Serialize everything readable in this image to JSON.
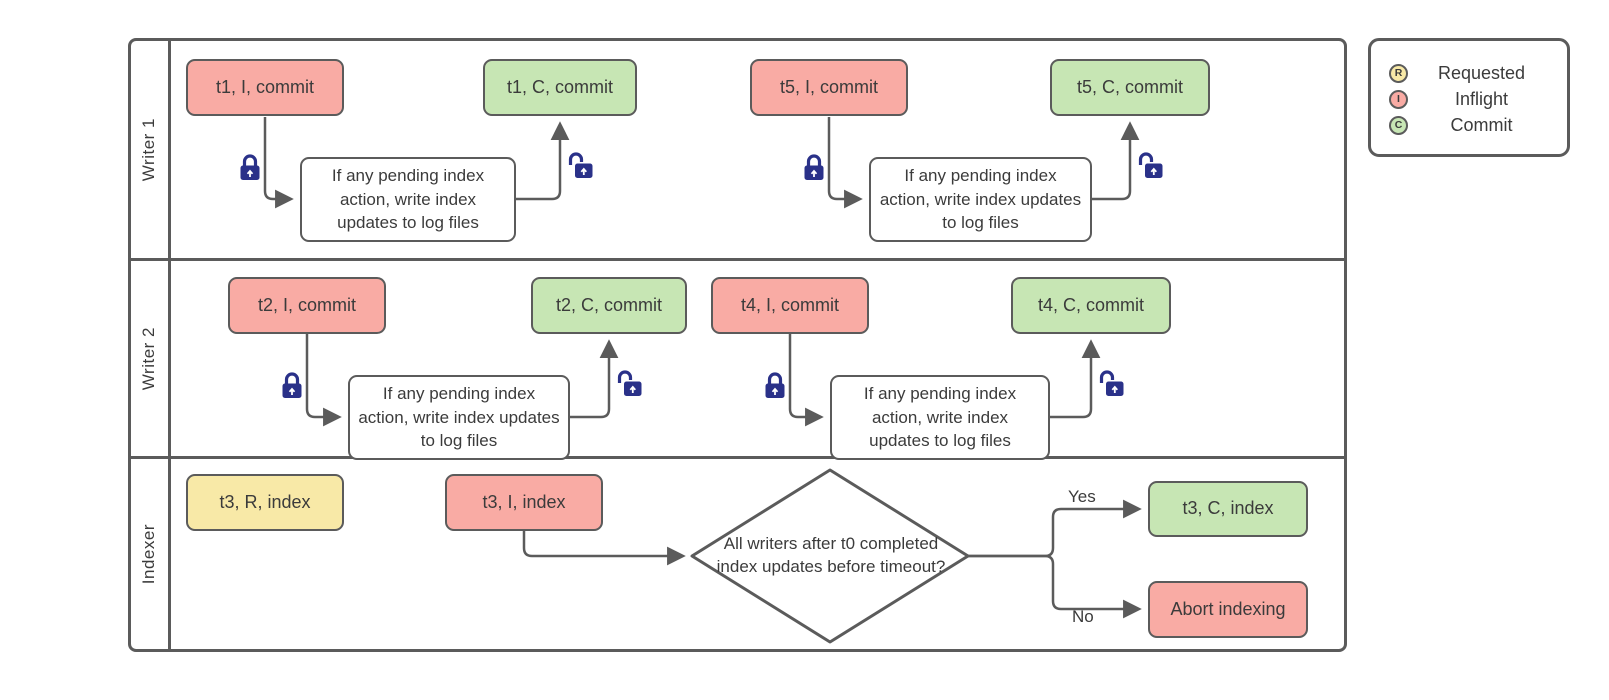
{
  "colors": {
    "requested_fill": "#f8e9a7",
    "inflight_fill": "#f9aba4",
    "commit_fill": "#c7e6b4",
    "process_fill": "#ffffff",
    "border": "#5b5b5b",
    "connector": "#5b5b5b",
    "lock": "#2a3189",
    "text": "#3b3b3b"
  },
  "lanes": [
    {
      "label": "Writer 1"
    },
    {
      "label": "Writer 2"
    },
    {
      "label": "Indexer"
    }
  ],
  "nodes": {
    "t1_inflight": "t1, I, commit",
    "t1_commit": "t1, C, commit",
    "t5_inflight": "t5, I, commit",
    "t5_commit": "t5, C, commit",
    "t2_inflight": "t2, I, commit",
    "t2_commit": "t2, C, commit",
    "t4_inflight": "t4, I, commit",
    "t4_commit": "t4, C, commit",
    "t3_requested": "t3, R, index",
    "t3_inflight": "t3, I, index",
    "t3_commit": "t3, C, index",
    "abort": "Abort indexing"
  },
  "process_label": "If any pending index action, write index updates to log files",
  "decision_label": "All writers after t0 completed index updates before timeout?",
  "branch_labels": {
    "yes": "Yes",
    "no": "No"
  },
  "legend": {
    "items": [
      {
        "symbol": "R",
        "label": "Requested"
      },
      {
        "symbol": "I",
        "label": "Inflight"
      },
      {
        "symbol": "C",
        "label": "Commit"
      }
    ]
  }
}
